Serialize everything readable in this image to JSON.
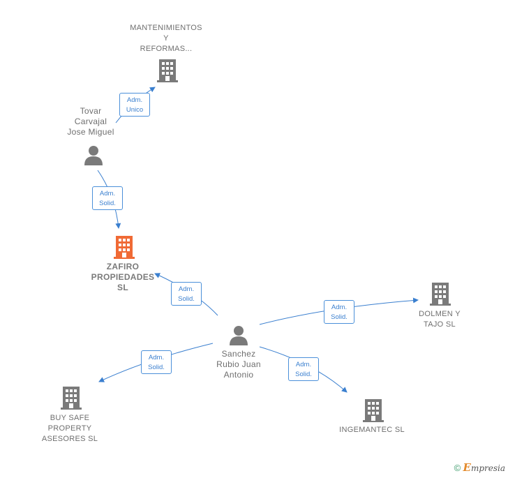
{
  "nodes": {
    "mantenimientos": {
      "label": "MANTENIMIENTOS\nY\nREFORMAS...",
      "type": "company",
      "color": "#7a7a7a"
    },
    "tovar": {
      "label": "Tovar\nCarvajal\nJose Miguel",
      "type": "person",
      "color": "#7a7a7a"
    },
    "zafiro": {
      "label": "ZAFIRO\nPROPIEDADES\nSL",
      "type": "company",
      "color": "#f06a35"
    },
    "sanchez": {
      "label": "Sanchez\nRubio Juan\nAntonio",
      "type": "person",
      "color": "#7a7a7a"
    },
    "dolmen": {
      "label": "DOLMEN Y\nTAJO  SL",
      "type": "company",
      "color": "#7a7a7a"
    },
    "buysafe": {
      "label": "BUY SAFE\nPROPERTY\nASESORES  SL",
      "type": "company",
      "color": "#7a7a7a"
    },
    "ingemantec": {
      "label": "INGEMANTEC SL",
      "type": "company",
      "color": "#7a7a7a"
    }
  },
  "edges": {
    "tovar_mantenimientos": "Adm.\nUnico",
    "tovar_zafiro": "Adm.\nSolid.",
    "sanchez_zafiro": "Adm.\nSolid.",
    "sanchez_dolmen": "Adm.\nSolid.",
    "sanchez_buysafe": "Adm.\nSolid.",
    "sanchez_ingemantec": "Adm.\nSolid."
  },
  "colors": {
    "link": "#3a7fcf",
    "accent": "#f06a35"
  },
  "footer": {
    "copyright": "©",
    "brand_initial": "E",
    "brand_rest": "mpresia"
  }
}
